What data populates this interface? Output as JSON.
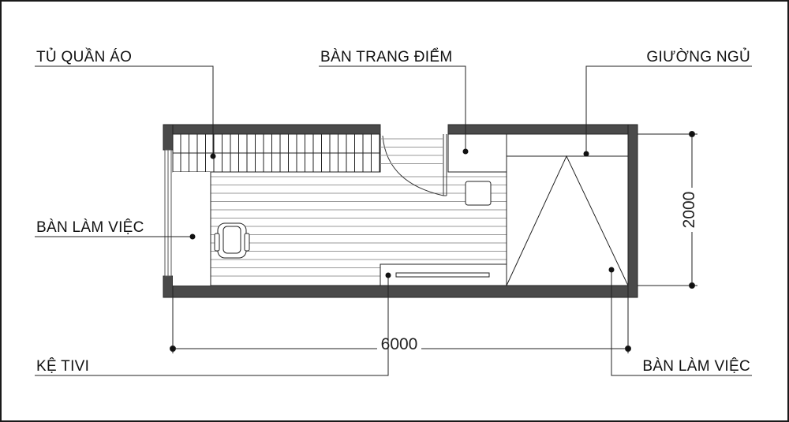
{
  "labels": {
    "wardrobe": "TỦ QUẦN ÁO",
    "vanity": "BÀN TRANG ĐIỂM",
    "bed": "GIƯỜNG NGỦ",
    "desk_left": "BÀN LÀM VIỆC",
    "tv_shelf": "KỆ TIVI",
    "desk_right": "BÀN LÀM VIỆC"
  },
  "dimensions": {
    "length": "6000",
    "width": "2000"
  },
  "colors": {
    "wall": "#4a4a4a",
    "line": "#222222",
    "floor_line": "#9a9a9a",
    "frame": "#1a1a1a"
  }
}
